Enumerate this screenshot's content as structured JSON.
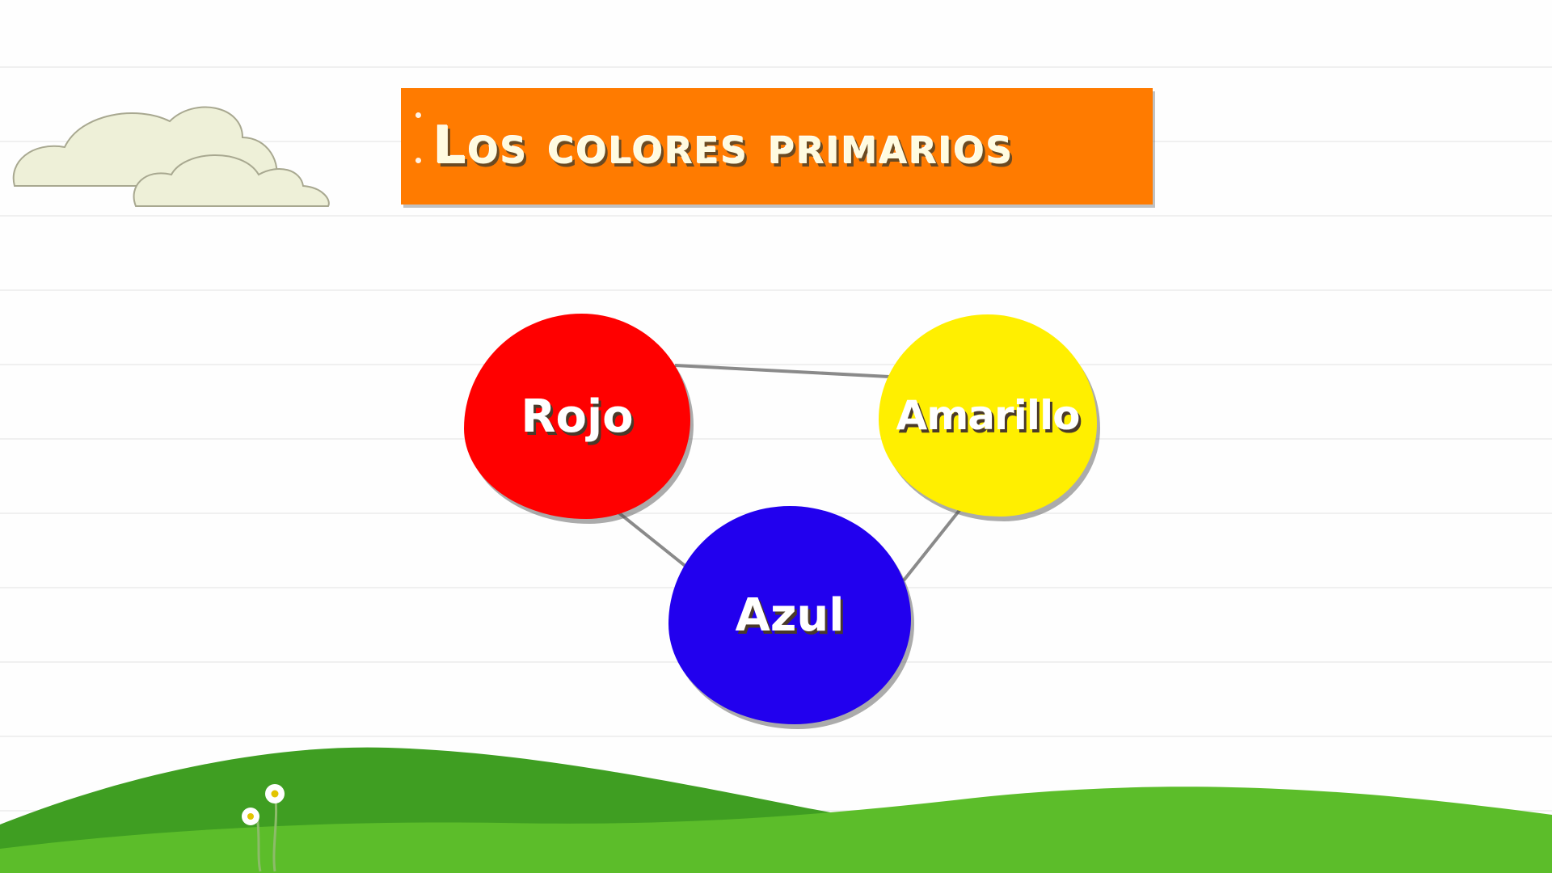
{
  "title": "Los colores primarios",
  "colors": {
    "banner": "#ff7b00",
    "rojo": "#ff0000",
    "amarillo": "#ffef00",
    "azul": "#2200ee",
    "cloud": "#eef0d8",
    "hill_dark": "#3f9e22",
    "hill_light": "#5cbd2a"
  },
  "nodes": [
    {
      "id": "rojo",
      "label": "Rojo"
    },
    {
      "id": "amarillo",
      "label": "Amarillo"
    },
    {
      "id": "azul",
      "label": "Azul"
    }
  ],
  "edges": [
    {
      "from": "rojo",
      "to": "amarillo"
    },
    {
      "from": "rojo",
      "to": "azul"
    },
    {
      "from": "amarillo",
      "to": "azul"
    }
  ],
  "decorations": [
    "cloud-icon",
    "hill-shape",
    "daisy-flower-icon"
  ]
}
